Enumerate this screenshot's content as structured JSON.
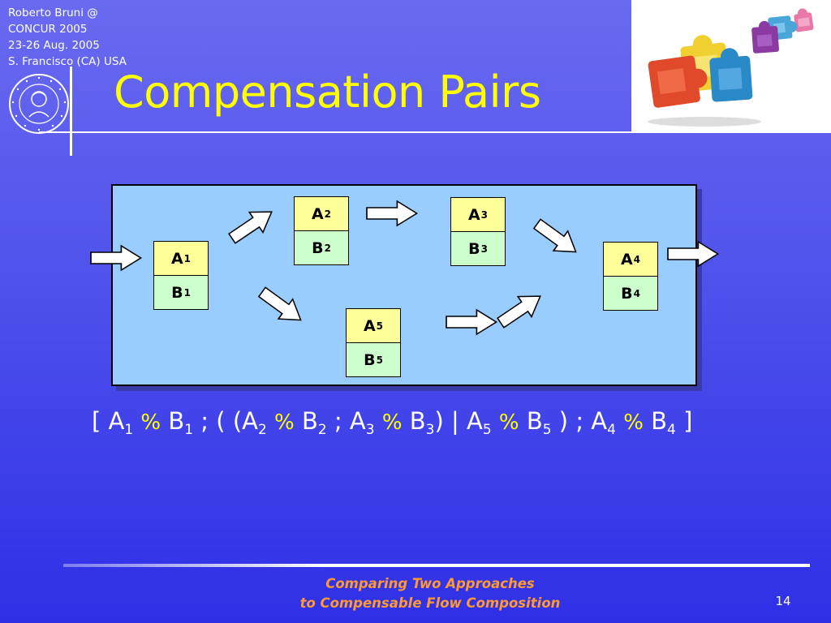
{
  "header": {
    "conference_lines": [
      "Roberto Bruni @",
      "CONCUR 2005",
      "23-26 Aug. 2005",
      "S. Francisco (CA) USA"
    ]
  },
  "slide": {
    "title": "Compensation Pairs"
  },
  "diagram": {
    "pairs": [
      {
        "id": "p1",
        "top_label": "A",
        "top_sub": "1",
        "bottom_label": "B",
        "bottom_sub": "1"
      },
      {
        "id": "p2",
        "top_label": "A",
        "top_sub": "2",
        "bottom_label": "B",
        "bottom_sub": "2"
      },
      {
        "id": "p3",
        "top_label": "A",
        "top_sub": "3",
        "bottom_label": "B",
        "bottom_sub": "3"
      },
      {
        "id": "p4",
        "top_label": "A",
        "top_sub": "4",
        "bottom_label": "B",
        "bottom_sub": "4"
      },
      {
        "id": "p5",
        "top_label": "A",
        "top_sub": "5",
        "bottom_label": "B",
        "bottom_sub": "5"
      }
    ]
  },
  "formula": {
    "tokens": [
      {
        "t": "[ A"
      },
      {
        "s": "1"
      },
      {
        "t": " "
      },
      {
        "o": "%"
      },
      {
        "t": " B"
      },
      {
        "s": "1"
      },
      {
        "t": " ; ( (A"
      },
      {
        "s": "2"
      },
      {
        "t": " "
      },
      {
        "o": "%"
      },
      {
        "t": " B"
      },
      {
        "s": "2"
      },
      {
        "t": " ; A"
      },
      {
        "s": "3"
      },
      {
        "t": " "
      },
      {
        "o": "%"
      },
      {
        "t": " B"
      },
      {
        "s": "3"
      },
      {
        "t": ") | A"
      },
      {
        "s": "5"
      },
      {
        "t": " "
      },
      {
        "o": "%"
      },
      {
        "t": " B"
      },
      {
        "s": "5"
      },
      {
        "t": " ) ; A"
      },
      {
        "s": "4"
      },
      {
        "t": " "
      },
      {
        "o": "%"
      },
      {
        "t": " B"
      },
      {
        "s": "4"
      },
      {
        "t": " ]"
      }
    ]
  },
  "footer": {
    "title_line1": "Comparing Two Approaches",
    "title_line2": "to Compensable Flow Composition",
    "page_number": "14"
  },
  "icons": {
    "seal": "university-seal-icon",
    "puzzle": "puzzle-pieces-icon"
  },
  "colors": {
    "title": "#ffff00",
    "diagram_bg": "#99ccff",
    "pair_top": "#ffff99",
    "pair_bottom": "#ccffcc",
    "footer_title": "#ff9933"
  }
}
